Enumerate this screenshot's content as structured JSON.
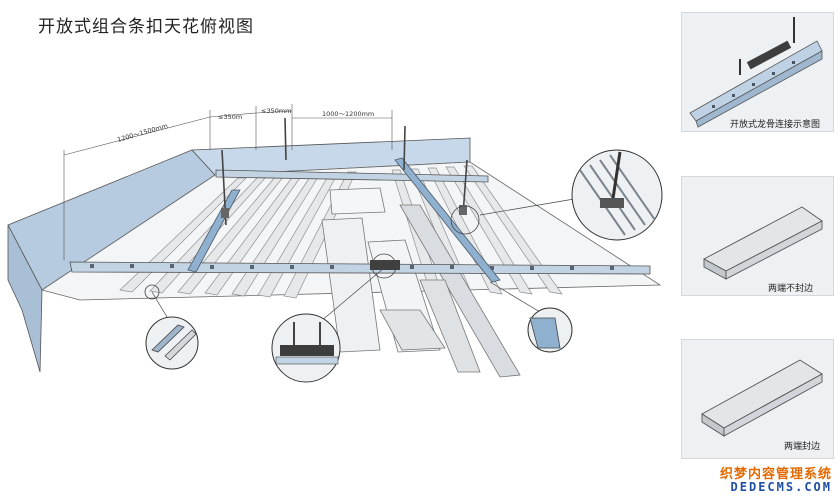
{
  "title": "开放式组合条扣天花俯视图",
  "dimensions": {
    "d1": "1200～1500mm",
    "d2": "≤350m",
    "d3": "≤350mm",
    "d4": "1000～1200mm"
  },
  "panels": [
    {
      "label": "开放式龙骨连接示意图",
      "icon": "keel-connection-diagram"
    },
    {
      "label": "两端不封边",
      "icon": "open-end-strip"
    },
    {
      "label": "两端封边",
      "icon": "closed-end-strip"
    }
  ],
  "watermark": {
    "line1": "织梦内容管理系统",
    "line2": "DEDECMS.COM"
  },
  "colors": {
    "wall_blue": "#b7cbe0",
    "carrier_blue": "#9fbad6",
    "strip_light": "#f2f3f4",
    "strip_shadow": "#c9ccd0",
    "line": "#4a4a4a",
    "panel_bg": "#eef1f3"
  }
}
